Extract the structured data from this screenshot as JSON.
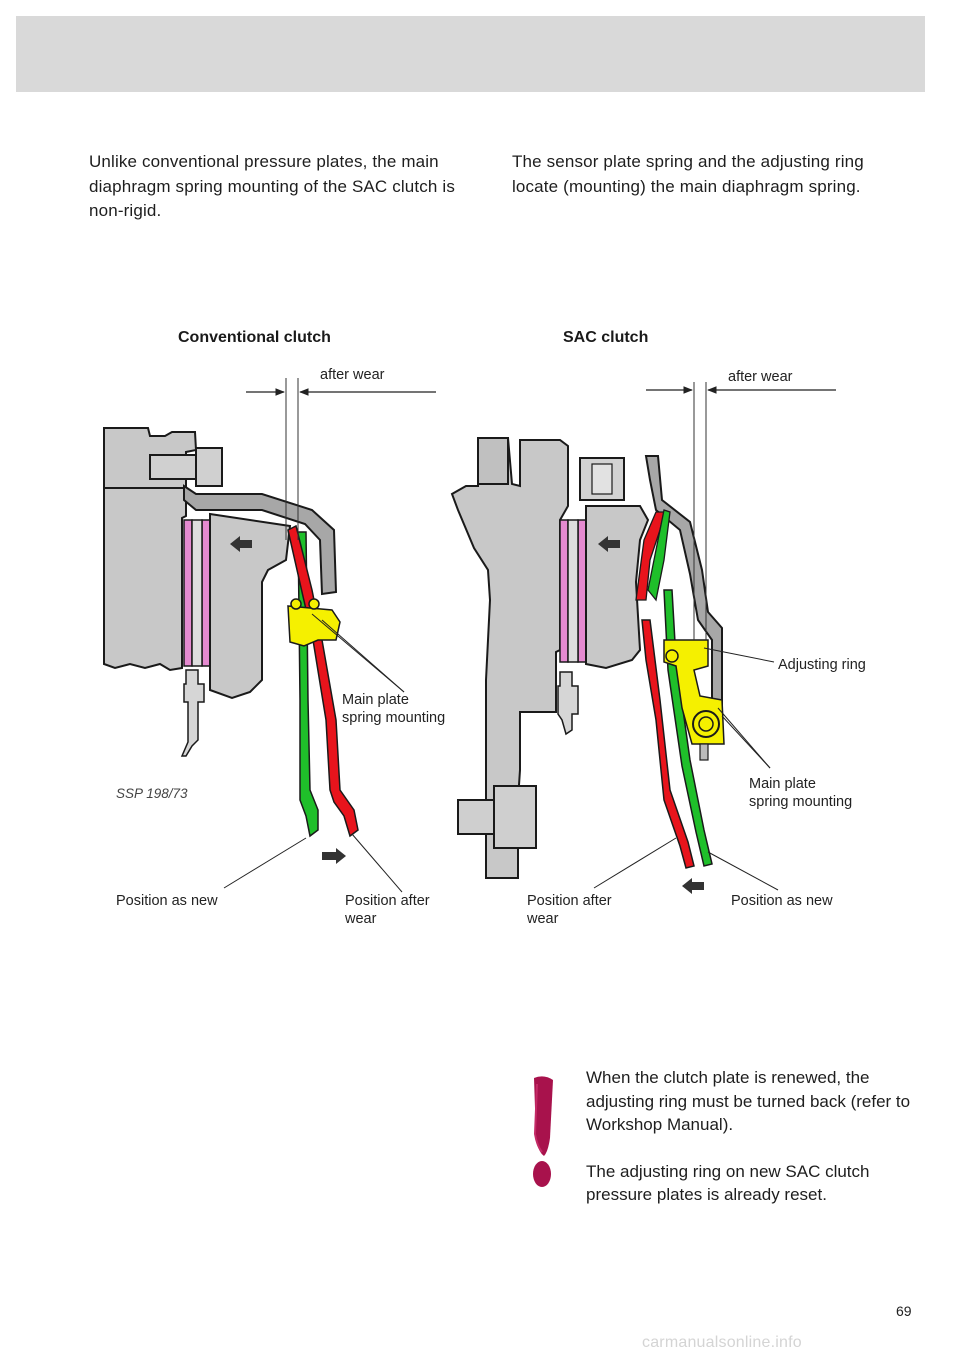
{
  "intro": {
    "left": "Unlike conventional pressure plates, the main diaphragm spring mounting of the SAC clutch is non-rigid.",
    "right": "The sensor plate spring and the adjusting ring locate (mounting) the main diaphragm spring."
  },
  "figure": {
    "conventional": {
      "title": "Conventional clutch",
      "after_wear": "after wear",
      "main_plate_1": "Main plate",
      "main_plate_2": "spring mounting",
      "pos_new": "Position as new",
      "pos_after_1": "Position after",
      "pos_after_2": "wear"
    },
    "sac": {
      "title": "SAC clutch",
      "after_wear": "after wear",
      "adjusting_ring": "Adjusting ring",
      "main_plate_1": "Main plate",
      "main_plate_2": "spring mounting",
      "pos_after_1": "Position after",
      "pos_after_2": "wear",
      "pos_new": "Position as new"
    },
    "ref": "SSP 198/73",
    "colors": {
      "housing": "#c8c8c8",
      "friction": "#e58ad0",
      "spring_red": "#e8141c",
      "spring_green": "#1fbf2a",
      "ring_yellow": "#f5f000"
    }
  },
  "note": {
    "icon": "exclamation-icon",
    "para1": "When the clutch plate is renewed, the adjusting ring must be turned back (refer to Workshop Manual).",
    "para2": "The adjusting ring on new SAC clutch pressure plates is already reset."
  },
  "page_number": "69",
  "watermark": "carmanualsonline.info"
}
